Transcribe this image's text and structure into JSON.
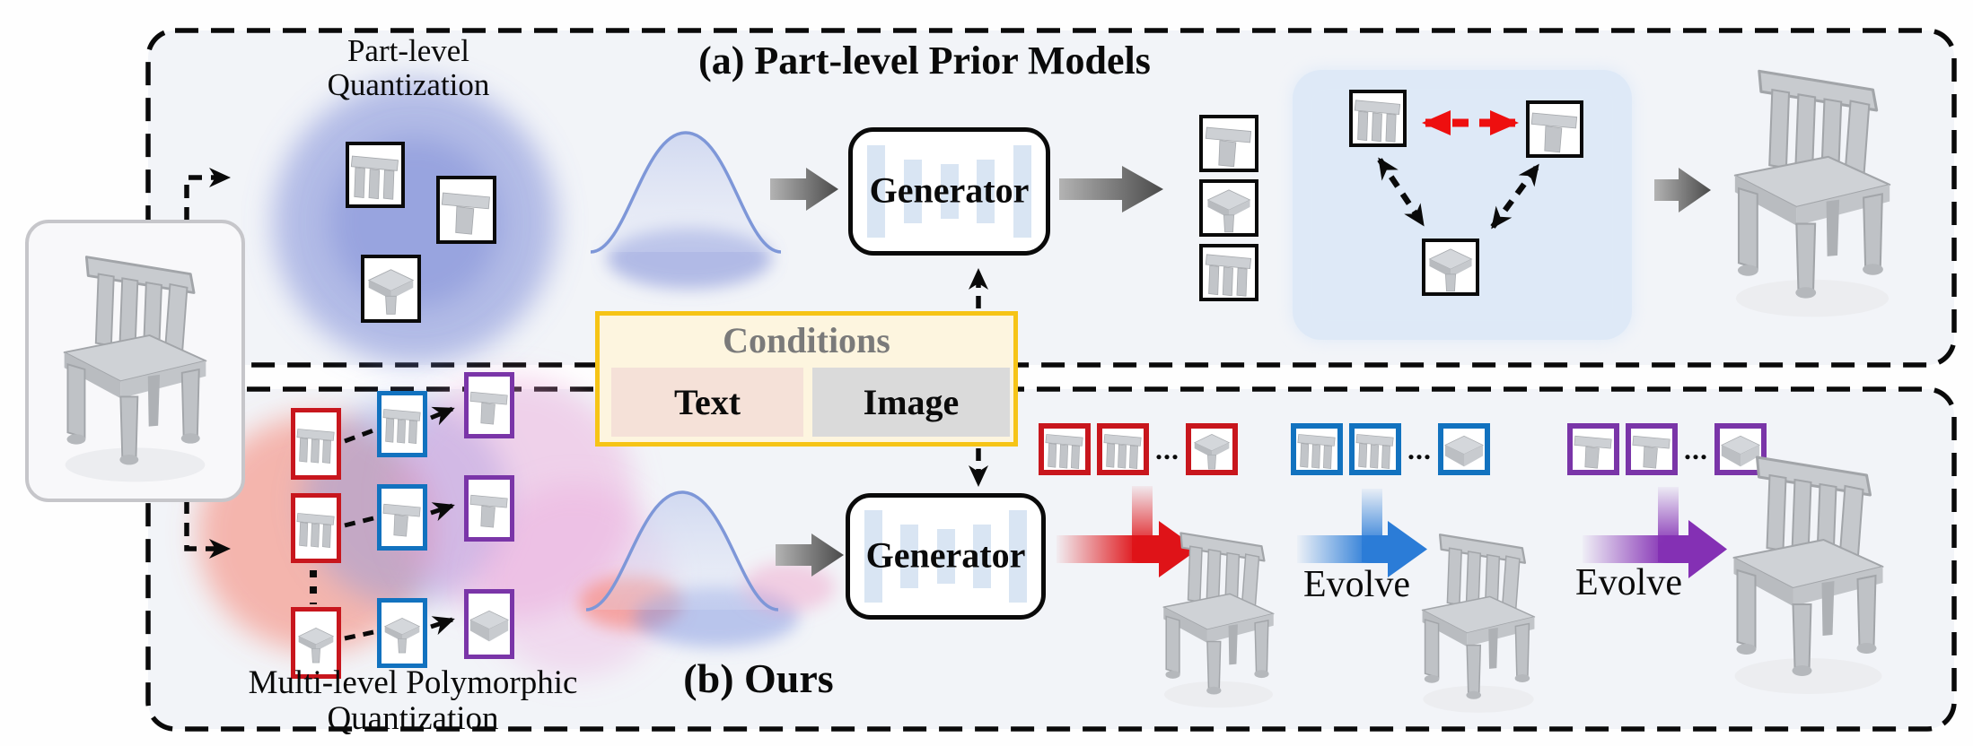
{
  "figure": {
    "section_a": {
      "title": "(a) Part-level Prior Models",
      "quant_line1": "Part-level",
      "quant_line2": "Quantization",
      "generator_label": "Generator"
    },
    "conditions": {
      "title": "Conditions",
      "options": [
        {
          "label": "Text"
        },
        {
          "label": "Image"
        }
      ]
    },
    "section_b": {
      "title": "(b) Ours",
      "quant_line1": "Multi-level Polymorphic",
      "quant_line2": "Quantization",
      "generator_label": "Generator",
      "evolve_label": "Evolve",
      "ellipsis": "..."
    },
    "icons": {
      "input_chair": "chair-3d-render",
      "part_thumbnails": "chair-part-3d-renders",
      "gaussian": "gaussian-noise-curve",
      "output_chairs": "generated-chair-3d-renders"
    },
    "colors": {
      "level1_red": "#C8161D",
      "level2_blue": "#1272BF",
      "level3_purple": "#7A35A8",
      "conditions_border_yellow": "#F6C416",
      "conditions_fill": "#FDF5DF",
      "text_chip_fill": "#F5E1D8",
      "image_chip_fill": "#DADADA",
      "conditions_title_gray": "#7A7A7A",
      "section_fill": "#F2F4F8",
      "relation_panel_fill": "#DEE9F7",
      "red_arrow": "#DF1318",
      "blue_arrow": "#2B7CD7",
      "purple_arrow": "#8430B4"
    }
  }
}
